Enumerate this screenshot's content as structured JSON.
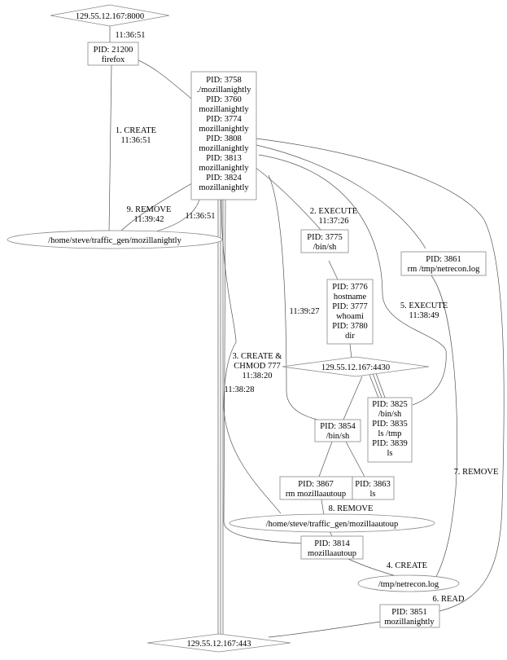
{
  "nodes": {
    "ip8000": [
      "129.55.12.167:8000"
    ],
    "firefox": [
      "PID: 21200",
      "firefox"
    ],
    "mozilla_group": [
      "PID: 3758",
      "./mozillanightly",
      "PID: 3760",
      "mozillanightly",
      "PID: 3774",
      "mozillanightly",
      "PID: 3808",
      "mozillanightly",
      "PID: 3813",
      "mozillanightly",
      "PID: 3824",
      "mozillanightly"
    ],
    "file_mozillanightly": [
      "/home/steve/traffic_gen/mozillanightly"
    ],
    "binsh_3775": [
      "PID: 3775",
      "/bin/sh"
    ],
    "rm_3861": [
      "PID: 3861",
      "rm /tmp/netrecon.log"
    ],
    "recon_group": [
      "PID: 3776",
      "hostname",
      "PID: 3777",
      "whoami",
      "PID: 3780",
      "dir"
    ],
    "ip4430": [
      "129.55.12.167:4430"
    ],
    "sh_group": [
      "PID: 3825",
      "/bin/sh",
      "PID: 3835",
      "ls /tmp",
      "PID: 3839",
      "ls"
    ],
    "binsh_3854": [
      "PID: 3854",
      "/bin/sh"
    ],
    "rm_3867": [
      "PID: 3867",
      "rm mozillaautoup"
    ],
    "ls_3863": [
      "PID: 3863",
      "ls"
    ],
    "file_mozillaautoup": [
      "/home/steve/traffic_gen/mozillaautoup"
    ],
    "autoup_3814": [
      "PID: 3814",
      "mozillaautoup"
    ],
    "file_netrecon": [
      "/tmp/netrecon.log"
    ],
    "nightly_3851": [
      "PID: 3851",
      "mozillanightly"
    ],
    "ip443": [
      "129.55.12.167:443"
    ]
  },
  "edge_labels": {
    "t_11_36_51_top": [
      "11:36:51"
    ],
    "create_1": [
      "1. CREATE",
      "11:36:51"
    ],
    "remove_9": [
      "9. REMOVE",
      "11:39:42"
    ],
    "t_11_36_51_mid": [
      "11:36:51"
    ],
    "execute_2": [
      "2. EXECUTE",
      "11:37:26"
    ],
    "t_11_39_27": [
      "11:39:27"
    ],
    "execute_5": [
      "5. EXECUTE",
      "11:38:49"
    ],
    "create_chmod_3": [
      "3. CREATE &",
      "CHMOD 777",
      "11:38:20"
    ],
    "t_11_38_28": [
      "11:38:28"
    ],
    "remove_7": [
      "7. REMOVE"
    ],
    "remove_8": [
      "8. REMOVE"
    ],
    "create_4": [
      "4. CREATE"
    ],
    "read_6": [
      "6. READ"
    ]
  }
}
